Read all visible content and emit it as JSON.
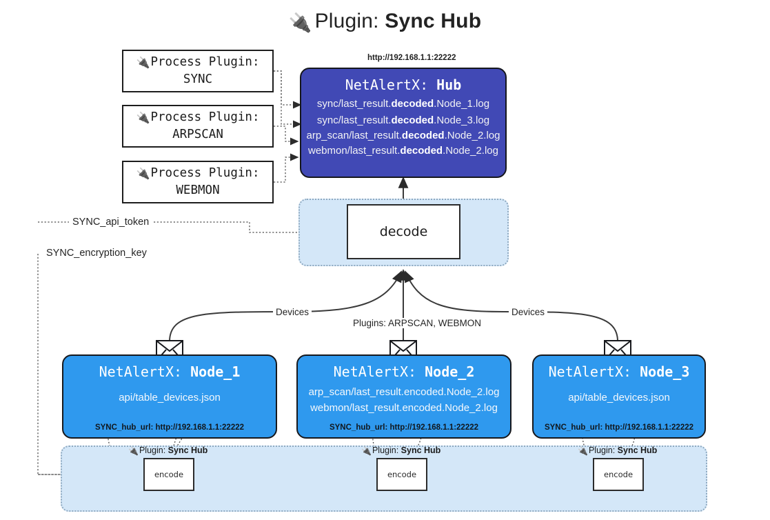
{
  "title": {
    "icon": "plug-icon",
    "icon_glyph": "🔌",
    "prefix": "Plugin:",
    "name": "Sync Hub"
  },
  "process_plugins": [
    {
      "line1": "Process Plugin:",
      "line2": "SYNC",
      "icon": "plug-icon"
    },
    {
      "line1": "Process Plugin:",
      "line2": "ARPSCAN",
      "icon": "plug-icon"
    },
    {
      "line1": "Process Plugin:",
      "line2": "WEBMON",
      "icon": "plug-icon"
    }
  ],
  "hub": {
    "url": "http://192.168.1.1:22222",
    "title_prefix": "NetAlertX:",
    "title_name": "Hub",
    "logs": [
      {
        "pre": "sync/last_result.",
        "mid": "decoded",
        "post": ".Node_1.log"
      },
      {
        "pre": "sync/last_result.",
        "mid": "decoded",
        "post": ".Node_3.log"
      },
      {
        "pre": "arp_scan/last_result.",
        "mid": "decoded",
        "post": ".Node_2.log"
      },
      {
        "pre": "webmon/last_result.",
        "mid": "decoded",
        "post": ".Node_2.log"
      }
    ]
  },
  "decode": {
    "label": "decode"
  },
  "keys": [
    {
      "label": "SYNC_api_token"
    },
    {
      "label": "SYNC_encryption_key"
    }
  ],
  "edge_labels": {
    "devices_left": "Devices",
    "devices_right": "Devices",
    "plugins_center": "Plugins: ARPSCAN, WEBMON"
  },
  "nodes": [
    {
      "title_prefix": "NetAlertX:",
      "title_name": "Node_1",
      "lines": [
        "api/table_devices.json"
      ],
      "hub_url_label": "SYNC_hub_url:",
      "hub_url": "http://192.168.1.1:22222"
    },
    {
      "title_prefix": "NetAlertX:",
      "title_name": "Node_2",
      "lines": [
        "arp_scan/last_result.encoded.Node_2.log",
        "webmon/last_result.encoded.Node_2.log"
      ],
      "hub_url_label": "SYNC_hub_url:",
      "hub_url": "http://192.168.1.1:22222"
    },
    {
      "title_prefix": "NetAlertX:",
      "title_name": "Node_3",
      "lines": [
        "api/table_devices.json"
      ],
      "hub_url_label": "SYNC_hub_url:",
      "hub_url": "http://192.168.1.1:22222"
    }
  ],
  "encoders": [
    {
      "tag_prefix": "Plugin:",
      "tag_name": "Sync Hub",
      "label": "encode",
      "icon": "plug-icon"
    },
    {
      "tag_prefix": "Plugin:",
      "tag_name": "Sync Hub",
      "label": "encode",
      "icon": "plug-icon"
    },
    {
      "tag_prefix": "Plugin:",
      "tag_name": "Sync Hub",
      "label": "encode",
      "icon": "plug-icon"
    }
  ],
  "colors": {
    "hub_fill": "#4149b5",
    "node_fill": "#2f99ee",
    "band_fill": "#d4e7f8",
    "band_border": "#8ea9c0",
    "stroke": "#2b2b2b",
    "background": "#ffffff"
  }
}
